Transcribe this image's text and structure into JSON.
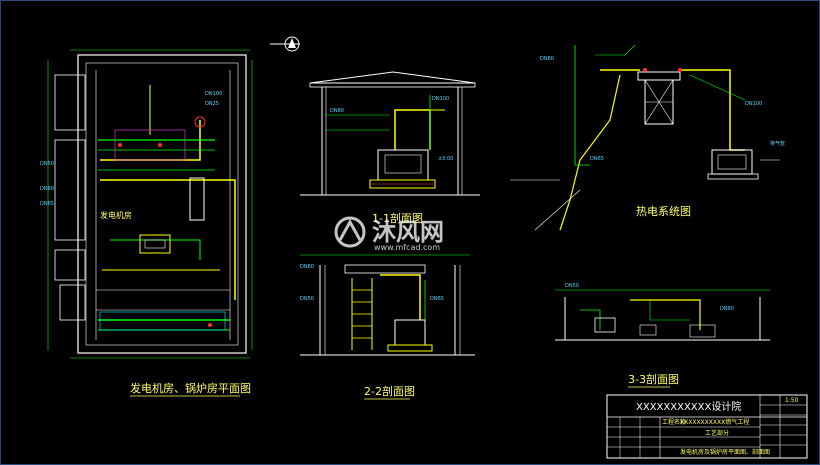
{
  "drawing": {
    "plan_room_label": "发电机房",
    "plan_title": "发电机房、锅炉房平面图",
    "section22_title": "2-2剖面图",
    "section33_title": "3-3剖面图",
    "system_title": "热电系统图",
    "section11_title": "1-1剖面图",
    "small_label": "排气管"
  },
  "title_block": {
    "institute": "XXXXXXXXXXX设计院",
    "project_code": "XXXXXXXXXXX燃气工程",
    "subject": "工艺部分",
    "sheet_title": "发电机房及锅炉房平面图、剖面图",
    "row_label": "工程名称",
    "scale_label": "1:50"
  },
  "watermark": {
    "text_cn": "沐风网",
    "text_url": "www.mfcad.com"
  },
  "colors": {
    "background": "#000000",
    "wall": "#ffffff",
    "pipe_green": "#00ff00",
    "pipe_yellow": "#ffff00",
    "accent_red": "#ff3030",
    "cyan": "#00ffff",
    "magenta": "#ff40ff"
  }
}
